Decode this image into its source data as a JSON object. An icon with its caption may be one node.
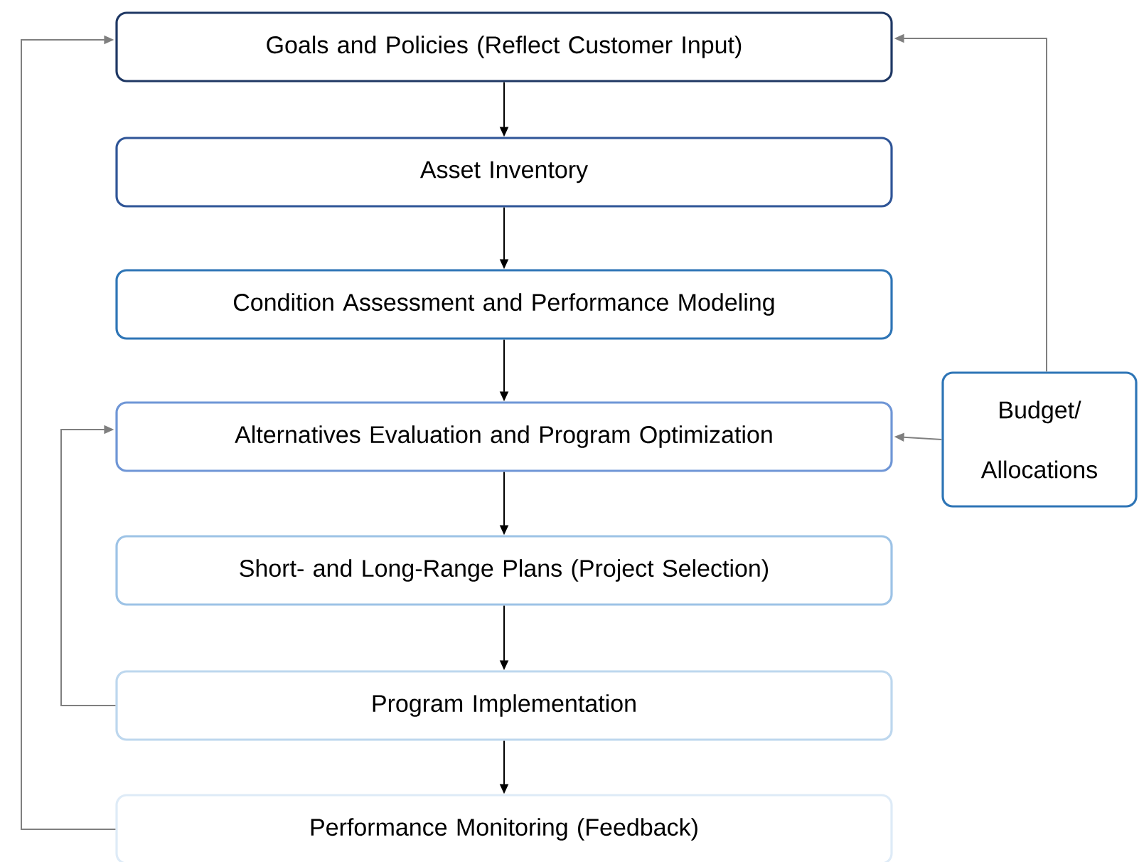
{
  "diagram": {
    "nodes": [
      {
        "text": [
          "Goals and Policies (Reflect Customer Input)"
        ]
      },
      {
        "text": [
          "Asset Inventory"
        ]
      },
      {
        "text": [
          "Condition Assessment and Performance Modeling"
        ]
      },
      {
        "text": [
          "Alternatives Evaluation and Program Optimization"
        ]
      },
      {
        "text": [
          "Short- and Long-Range Plans (Project Selection)"
        ]
      },
      {
        "text": [
          "Program Implementation"
        ]
      },
      {
        "text": [
          "Performance Monitoring (Feedback)"
        ]
      },
      {
        "text": [
          "Budget/ Allocations"
        ]
      }
    ],
    "edges": [
      {
        "from": 0,
        "to": 1,
        "arrow": "to"
      },
      {
        "from": 1,
        "to": 2,
        "arrow": "to"
      },
      {
        "from": 2,
        "to": 3,
        "arrow": "to"
      },
      {
        "from": 3,
        "to": 4,
        "arrow": "to"
      },
      {
        "from": 4,
        "to": 5,
        "arrow": "to"
      },
      {
        "from": 5,
        "to": 6,
        "arrow": "to"
      },
      {
        "from": 6,
        "to": 0,
        "arrow": "to",
        "color": "#7f7f7f"
      },
      {
        "from": 5,
        "to": 3,
        "arrow": "to",
        "color": "#7f7f7f"
      },
      {
        "from": 7,
        "to": 3,
        "arrow": "to",
        "color": "#7f7f7f"
      },
      {
        "from": 7,
        "to": 0,
        "arrow": "to",
        "color": "#7f7f7f"
      }
    ]
  }
}
